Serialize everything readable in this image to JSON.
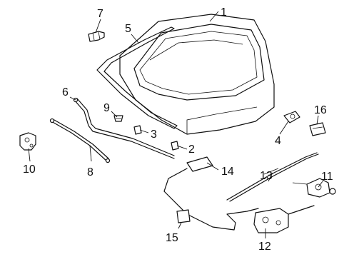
{
  "diagram": {
    "callouts": [
      "1",
      "2",
      "3",
      "4",
      "5",
      "6",
      "7",
      "8",
      "9",
      "10",
      "11",
      "12",
      "13",
      "14",
      "15",
      "16"
    ]
  },
  "colors": {
    "ink": "#111111",
    "background": "#ffffff"
  }
}
